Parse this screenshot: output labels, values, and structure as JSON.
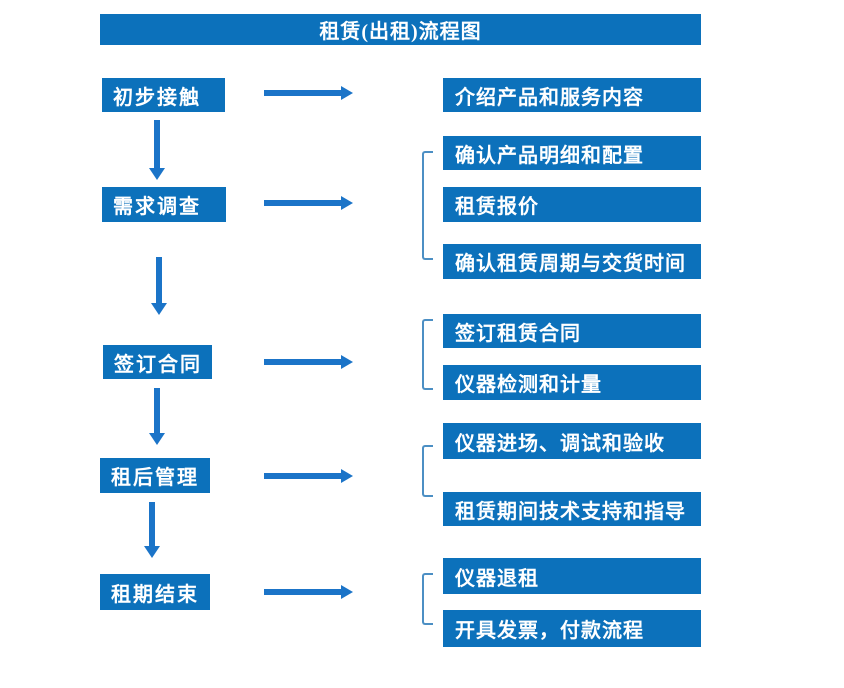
{
  "title": "租赁(出租)流程图",
  "colors": {
    "box_blue": "#0C71BB",
    "arrow_blue": "#1B74C8",
    "bracket_blue": "#4C8FC4",
    "text_white": "#FFFFFF"
  },
  "steps": [
    {
      "label": "初步接触",
      "outputs": [
        "介绍产品和服务内容"
      ]
    },
    {
      "label": "需求调查",
      "outputs": [
        "确认产品明细和配置",
        "租赁报价",
        "确认租赁周期与交货时间"
      ]
    },
    {
      "label": "签订合同",
      "outputs": [
        "签订租赁合同",
        "仪器检测和计量"
      ]
    },
    {
      "label": "租后管理",
      "outputs": [
        "仪器进场、调试和验收",
        "租赁期间技术支持和指导"
      ]
    },
    {
      "label": "租期结束",
      "outputs": [
        "仪器退租",
        "开具发票，付款流程"
      ]
    }
  ]
}
